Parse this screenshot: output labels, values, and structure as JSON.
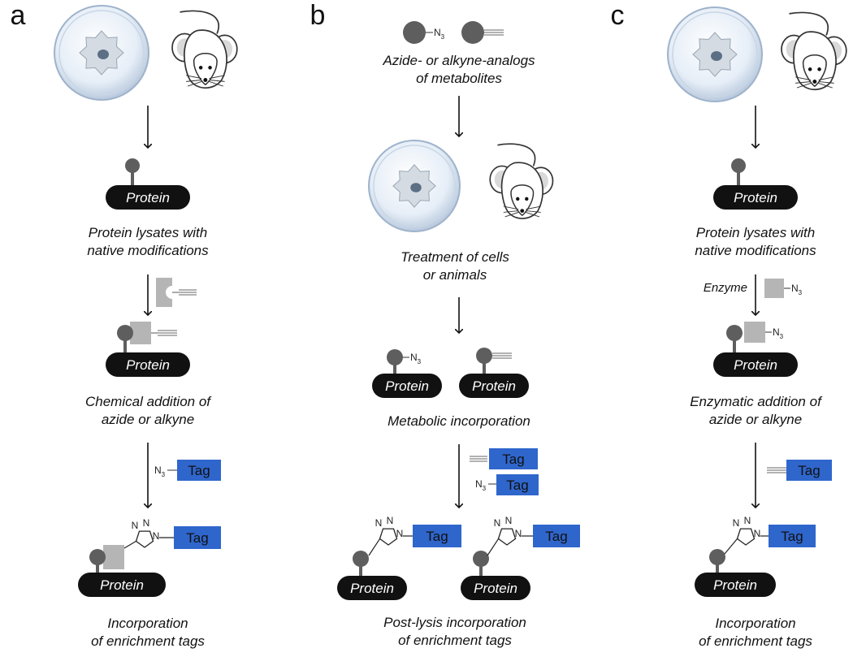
{
  "panels": [
    {
      "letter": "a",
      "captions": [
        [
          "Protein lysates with",
          "native modifications"
        ],
        [
          "Chemical addition of",
          "azide or alkyne"
        ],
        [
          "Incorporation",
          "of enrichment tags"
        ]
      ]
    },
    {
      "letter": "b",
      "captions": [
        [
          "Azide- or alkyne-analogs",
          "of metabolites"
        ],
        [
          "Treatment of cells",
          "or animals"
        ],
        [
          "Metabolic incorporation"
        ],
        [
          "Post-lysis incorporation",
          "of enrichment tags"
        ]
      ]
    },
    {
      "letter": "c",
      "captions": [
        [
          "Protein lysates with",
          "native modifications"
        ],
        [
          "Enzymatic addition of",
          "azide or alkyne"
        ],
        [
          "Incorporation",
          "of enrichment tags"
        ]
      ],
      "enzyme_label": "Enzyme"
    }
  ],
  "labels": {
    "protein": "Protein",
    "tag": "Tag",
    "azide_N": "N",
    "azide_sub": "3"
  },
  "colors": {
    "tag_blue": "#2f66cc",
    "protein_black": "#111111",
    "mod_gray": "#5e5e5e",
    "reagent_gray": "#b5b5b5",
    "dish_blue": "#dde8f4"
  },
  "icons": [
    "petri-dish-icon",
    "mouse-icon",
    "triazole-icon",
    "alkyne-icon",
    "azide-icon"
  ]
}
